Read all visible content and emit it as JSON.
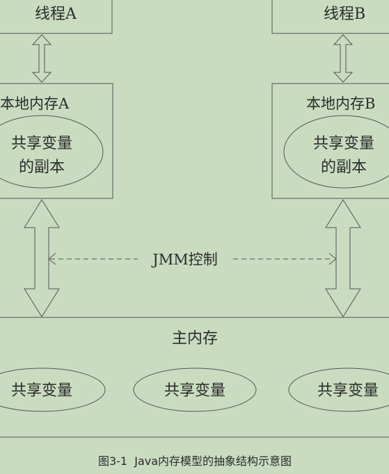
{
  "thread_a": {
    "label": "线程A"
  },
  "thread_b": {
    "label": "线程B"
  },
  "local_memory_a": {
    "title": "本地内存A",
    "copy_line1": "共享变量",
    "copy_line2": "的副本"
  },
  "local_memory_b": {
    "title": "本地内存B",
    "copy_line1": "共享变量",
    "copy_line2": "的副本"
  },
  "jmm_control": {
    "label": "JMM控制"
  },
  "main_memory": {
    "title": "主内存",
    "variables": [
      "共享变量",
      "共享变量",
      "共享变量"
    ]
  },
  "caption": "图3-1  Java内存模型的抽象结构示意图",
  "colors": {
    "background": "#c9dcc0",
    "stroke": "#555555",
    "text": "#2b2b2b"
  }
}
